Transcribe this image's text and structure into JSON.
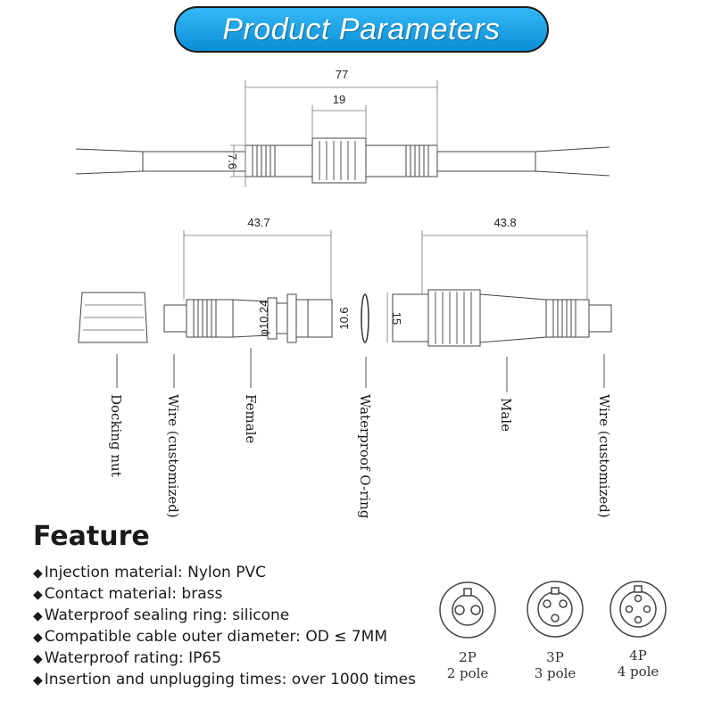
{
  "header": {
    "title": "Product Parameters"
  },
  "dimensions": {
    "assembly_length": "77",
    "nut_width": "19",
    "assembly_height": "7.6",
    "female_length": "43.7",
    "male_length": "43.8",
    "female_diameter": "φ10.24",
    "female_tip": "10.6",
    "male_diameter": "15"
  },
  "parts": {
    "docking_nut": "Docking nut",
    "wire_left": "Wire (customized)",
    "female": "Female",
    "oring": "Waterproof O-ring",
    "male": "Male",
    "wire_right": "Wire (customized)"
  },
  "feature": {
    "title": "Feature",
    "bullet": "◆",
    "items": [
      "Injection material: Nylon PVC",
      "Contact material: brass",
      "Waterproof sealing ring: silicone",
      "Compatible cable outer diameter: OD ≤ 7MM",
      "Waterproof rating: IP65",
      "Insertion and unplugging times: over 1000 times"
    ]
  },
  "poles": [
    {
      "code": "2P",
      "name": "2 pole"
    },
    {
      "code": "3P",
      "name": "3 pole"
    },
    {
      "code": "4P",
      "name": "4 pole"
    }
  ]
}
